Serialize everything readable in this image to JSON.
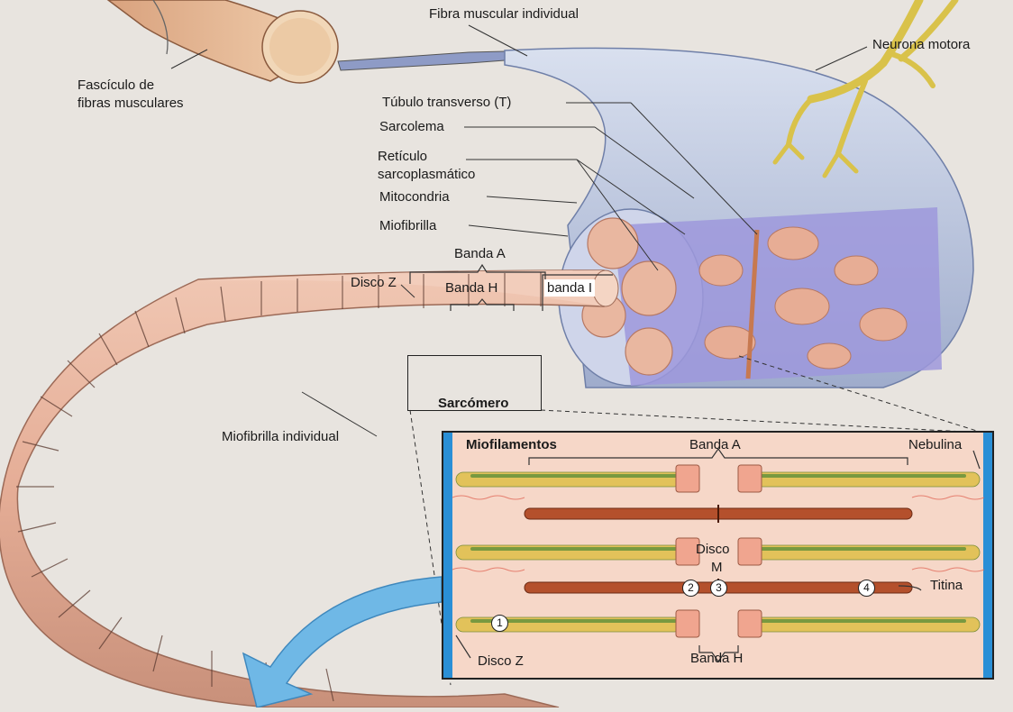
{
  "labels": {
    "fibra_individual": "Fibra muscular individual",
    "neurona_motora": "Neurona motora",
    "fasciculo_1": "Fascículo de",
    "fasciculo_2": "fibras musculares",
    "tubulo": "Túbulo transverso (T)",
    "sarcolema": "Sarcolema",
    "reticulo_1": "Retículo",
    "reticulo_2": "sarcoplasmático",
    "mitocondria": "Mitocondria",
    "miofibrilla": "Miofibrilla",
    "banda_a_top": "Banda A",
    "disco_z_top": "Disco Z",
    "banda_h_top": "Banda H",
    "banda_i": "banda I",
    "sarcomero": "Sarcómero",
    "miofibrilla_individual": "Miofibrilla individual"
  },
  "inset": {
    "title": "Miofilamentos",
    "banda_a": "Banda A",
    "nebulina": "Nebulina",
    "disco_m_1": "Disco",
    "disco_m_2": "M",
    "titina": "Titina",
    "disco_z": "Disco Z",
    "banda_h": "Banda H",
    "markers": [
      "1",
      "2",
      "3",
      "4"
    ]
  },
  "colors": {
    "muscle": "#e9b69f",
    "muscle_dark": "#c98d74",
    "fiber_blue": "#b9c4dd",
    "reticulum": "#8f8ed6",
    "nerve": "#e8d56a",
    "actin": "#e2c25a",
    "myosin": "#b4502c",
    "z_disc": "#2a8fd6",
    "arrow": "#6fb8e6"
  }
}
